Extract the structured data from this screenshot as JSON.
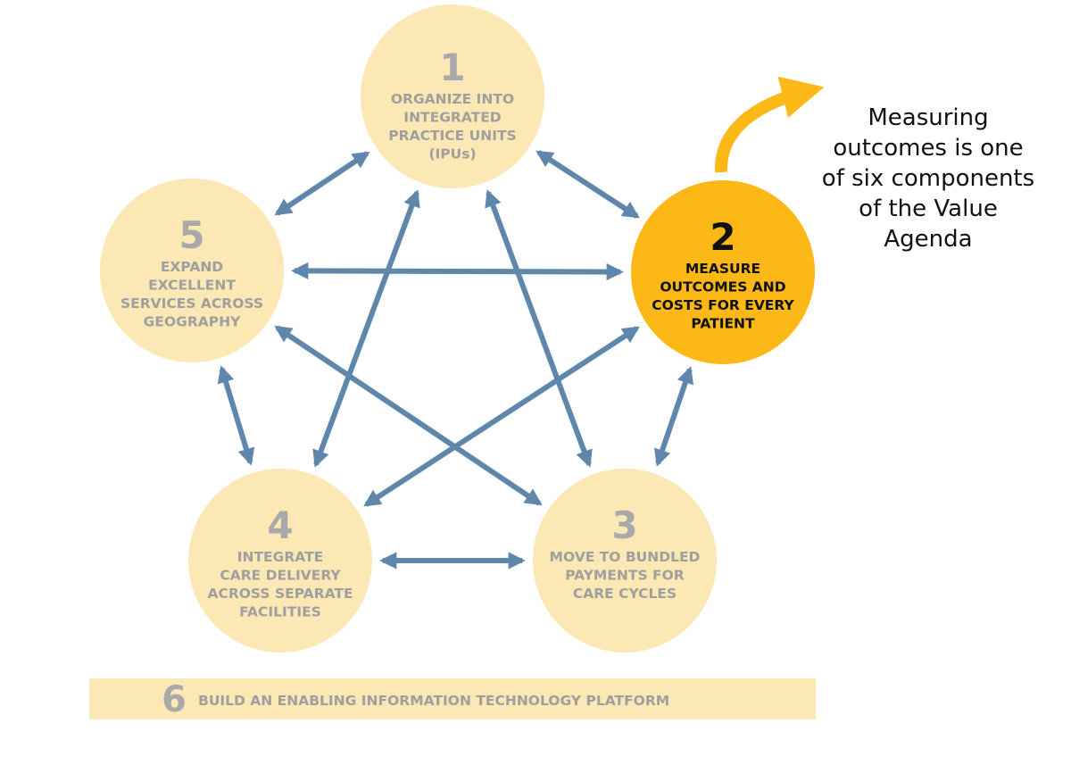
{
  "diagram": {
    "nodes": [
      {
        "number": "1",
        "lines": [
          "ORGANIZE INTO",
          "INTEGRATED",
          "PRACTICE UNITS",
          "(IPUs)"
        ],
        "highlighted": false
      },
      {
        "number": "2",
        "lines": [
          "MEASURE",
          "OUTCOMES AND",
          "COSTS FOR EVERY",
          "PATIENT"
        ],
        "highlighted": true
      },
      {
        "number": "3",
        "lines": [
          "MOVE TO BUNDLED",
          "PAYMENTS FOR",
          "CARE CYCLES"
        ],
        "highlighted": false
      },
      {
        "number": "4",
        "lines": [
          "INTEGRATE",
          "CARE DELIVERY",
          "ACROSS SEPARATE",
          "FACILITIES"
        ],
        "highlighted": false
      },
      {
        "number": "5",
        "lines": [
          "EXPAND",
          "EXCELLENT",
          "SERVICES ACROSS",
          "GEOGRAPHY"
        ],
        "highlighted": false
      }
    ],
    "connections": [
      [
        "1",
        "2"
      ],
      [
        "1",
        "5"
      ],
      [
        "2",
        "3"
      ],
      [
        "3",
        "4"
      ],
      [
        "4",
        "5"
      ],
      [
        "1",
        "3"
      ],
      [
        "1",
        "4"
      ],
      [
        "2",
        "4"
      ],
      [
        "2",
        "5"
      ],
      [
        "3",
        "5"
      ]
    ],
    "banner": {
      "number": "6",
      "text": "BUILD AN ENABLING INFORMATION TECHNOLOGY PLATFORM"
    },
    "callout": {
      "lines": [
        "Measuring",
        "outcomes is one",
        "of six components",
        "of the Value",
        "Agenda"
      ]
    },
    "colors": {
      "circle_fill": "#fbe8b4",
      "circle_highlight": "#fbb817",
      "number_text": "#a9a9a9",
      "label_text": "#9f9f9f",
      "highlight_text": "#111111",
      "arrow": "#5f86ab",
      "banner_fill": "#fbe8b4",
      "callout_arrow": "#fbb817",
      "callout_text": "#111111"
    }
  }
}
